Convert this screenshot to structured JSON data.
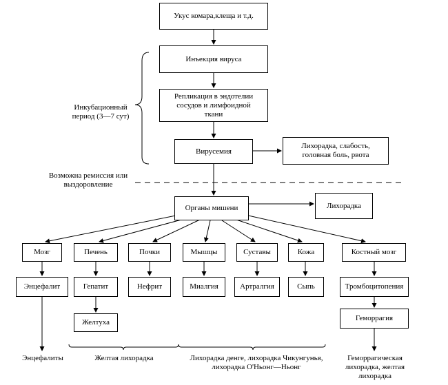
{
  "boxes": {
    "bite": "Укус комара,клеща и т.д.",
    "injection": "Инъекция вируса",
    "replication": "Репликация в эндотелии сосудов и лимфоидной ткани",
    "viremia": "Вирусемия",
    "fever_weakness": "Лихорадка, слабость, головная боль, рвота",
    "targets": "Органы мишени",
    "fever": "Лихорадка",
    "brain": "Мозг",
    "liver": "Печень",
    "kidneys": "Почки",
    "muscles": "Мышцы",
    "joints": "Суставы",
    "skin": "Кожа",
    "marrow": "Костный мозг",
    "encephalitis": "Энцефалит",
    "hepatitis": "Гепатит",
    "nephritis": "Нефрит",
    "myalgia": "Миалгия",
    "arthralgia": "Артралгия",
    "rash": "Сыпь",
    "thrombocytopenia": "Тромбоцитопения",
    "jaundice": "Желтуха",
    "hemorrhage": "Геморрагия"
  },
  "labels": {
    "incubation": "Инкубационный период (3—7 сут)",
    "remission": "Возможна ремиссия или выздоровление",
    "encephalitides": "Энцефалиты",
    "yellow_fever": "Желтая лихорадка",
    "dengue": "Лихорадка денге, лихорадка Чикунгунья, лихорадка О'Ньонг—Ньонг",
    "hemorrhagic": "Геморрагическая лихорадка, желтая лихорадка"
  }
}
